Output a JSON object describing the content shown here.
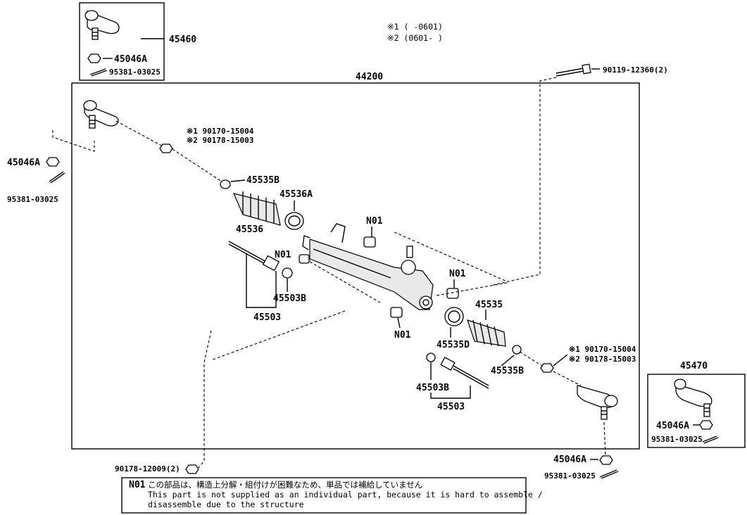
{
  "legend": {
    "variant1": "※1 (    -0601)",
    "variant2": "※2 (0601-    )"
  },
  "labels": {
    "tie_rod_end_lh": "45460",
    "tie_rod_end_rh": "45470",
    "gear_assy": "44200",
    "nut_a": "45046A",
    "cotter_pin": "95381-03025",
    "bolt": "90119-12360(2)",
    "nut_v1": "※1  90170-15004",
    "nut_v2": "※2  90178-15003",
    "clip_b": "45535B",
    "clamp_a": "45536A",
    "boot_lh": "45536",
    "boot_rh": "45535",
    "clamp_d": "45535D",
    "rack_end": "45503",
    "washer_b": "45503B",
    "n01": "N01",
    "mount_nut": "90178-12009(2)"
  },
  "note": {
    "code": "N01",
    "jp": "この部品は、構造上分解・組付けが困難なため、単品では補給していません",
    "en1": "This part is not supplied as an individual part, because it is hard to assemble /",
    "en2": "disassemble due to the structure"
  }
}
